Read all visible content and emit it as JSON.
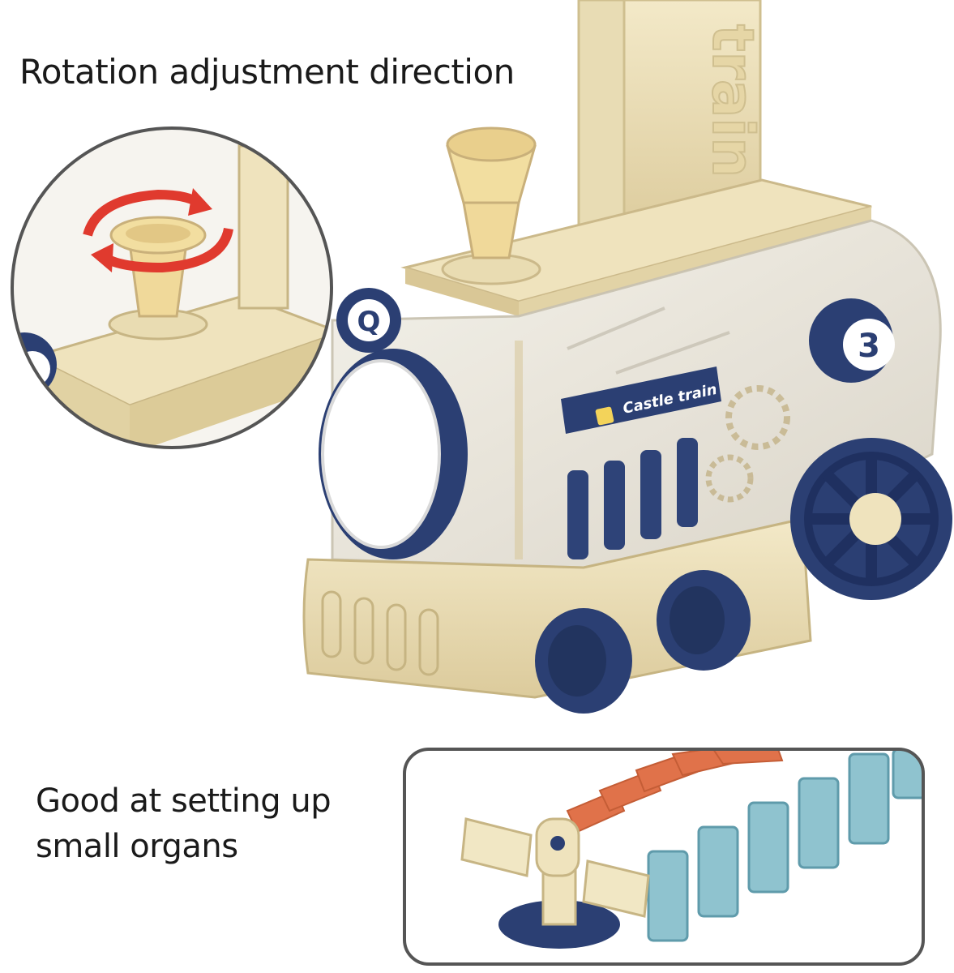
{
  "captions": {
    "top": "Rotation adjustment direction",
    "bottom_line1": "Good at setting up",
    "bottom_line2": "small organs"
  },
  "train": {
    "tower_text": "train",
    "badge_text": "Castle train",
    "front_letter": "Q",
    "side_number": "3"
  },
  "colors": {
    "cream": "#efe3bd",
    "navy": "#2b3f73",
    "orange": "#e0724a",
    "teal": "#8fc3cf",
    "arrow_red": "#e03a2e"
  }
}
